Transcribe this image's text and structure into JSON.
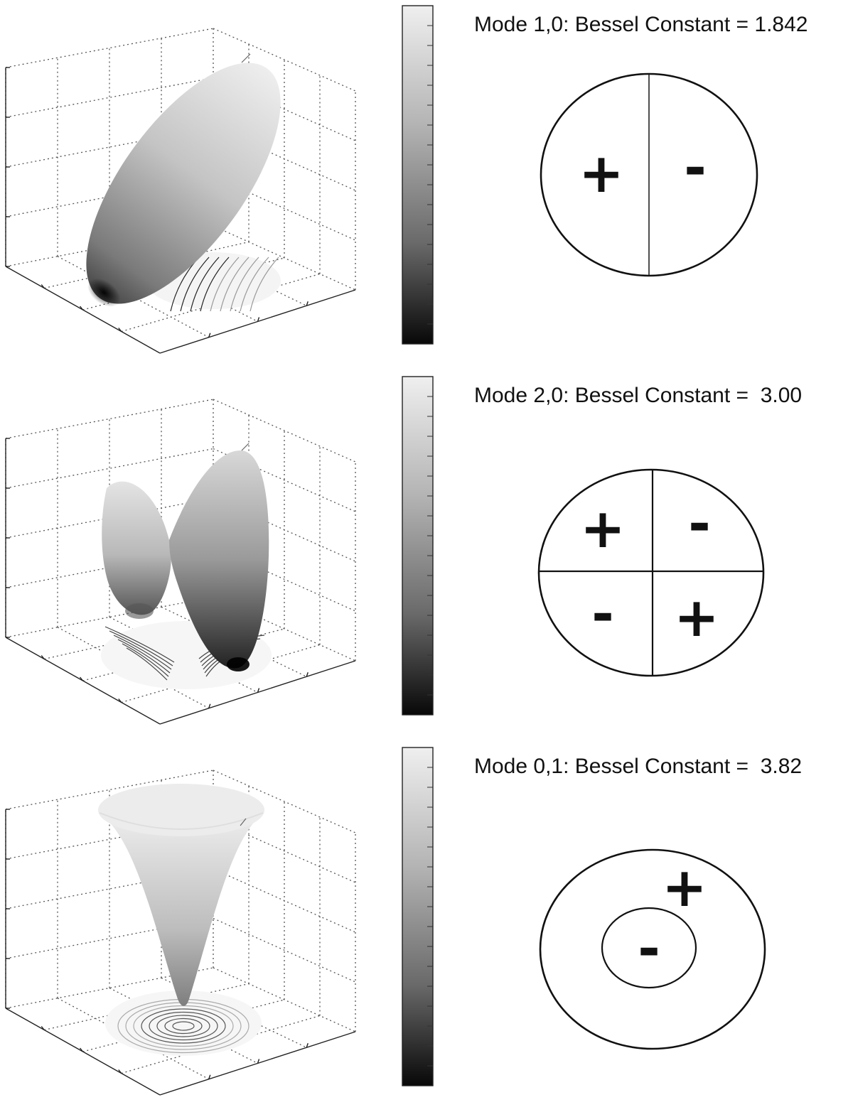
{
  "panels": [
    {
      "id": "mode-1-0",
      "title": "Mode 1,0: Bessel Constant = 1.842",
      "mode": "1,0",
      "bessel_constant": "1.842",
      "nodal_pattern": "half-split",
      "signs": [
        "+",
        "-"
      ]
    },
    {
      "id": "mode-2-0",
      "title": "Mode 2,0: Bessel Constant =  3.00",
      "mode": "2,0",
      "bessel_constant": "3.00",
      "nodal_pattern": "quadrants",
      "signs": [
        "+",
        "-",
        "-",
        "+"
      ]
    },
    {
      "id": "mode-0-1",
      "title": "Mode 0,1: Bessel Constant =  3.82",
      "mode": "0,1",
      "bessel_constant": "3.82",
      "nodal_pattern": "concentric",
      "signs": [
        "+",
        "-"
      ]
    }
  ],
  "colors": {
    "background": "#ffffff",
    "ink": "#111111",
    "colorbar_top": "#eeeeee",
    "colorbar_bottom": "#0a0a0a"
  }
}
